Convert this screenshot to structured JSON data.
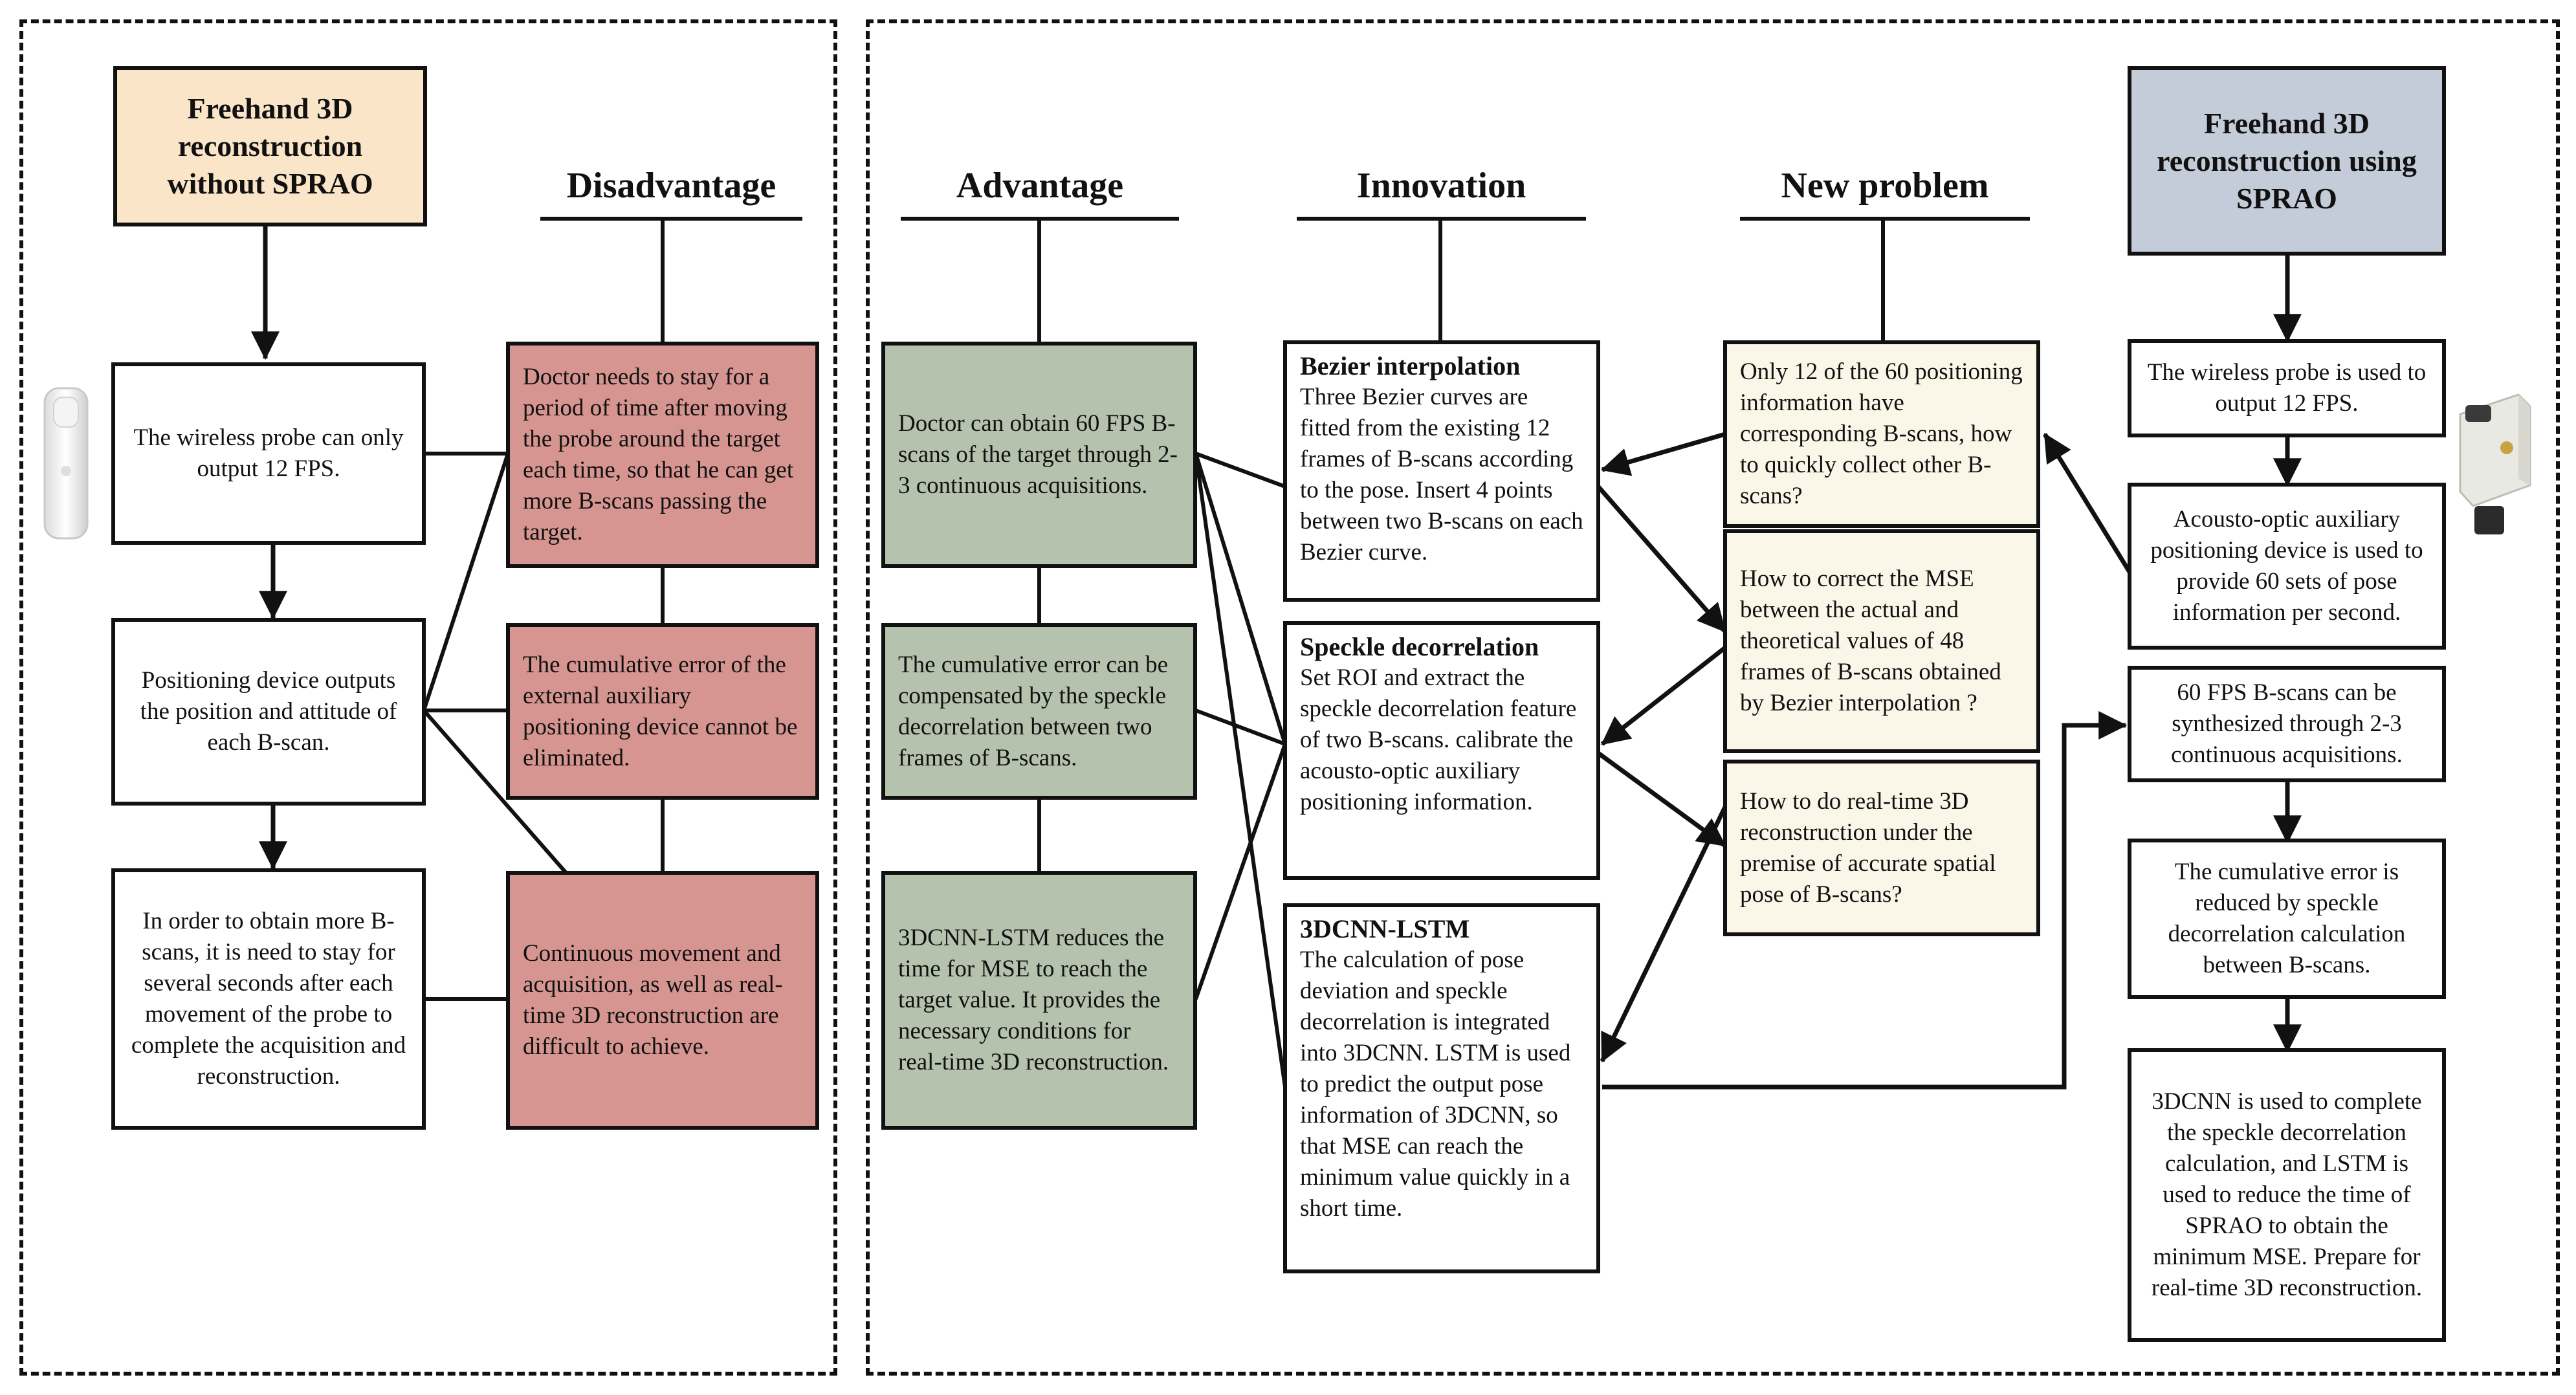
{
  "headers": {
    "disadvantage": "Disadvantage",
    "advantage": "Advantage",
    "innovation": "Innovation",
    "new_problem": "New problem"
  },
  "left_panel": {
    "title": "Freehand 3D reconstruction without SPRAO",
    "steps": [
      "The wireless probe can only output 12 FPS.",
      "Positioning device outputs the position and attitude of each B-scan.",
      "In order to obtain more B-scans, it is need to stay for several seconds after each movement of the probe to complete the acquisition and reconstruction."
    ],
    "disadvantages": [
      "Doctor needs to stay for a period of time after moving the probe around the target each time, so that he can get more B-scans passing the target.",
      "The cumulative error of the external auxiliary positioning device cannot be eliminated.",
      "Continuous movement and acquisition, as well as real-time 3D reconstruction are difficult to achieve."
    ]
  },
  "right_panel": {
    "title": "Freehand 3D reconstruction using SPRAO",
    "advantages": [
      "Doctor can obtain 60 FPS B-scans of the target through 2-3 continuous acquisitions.",
      "The cumulative error can be compensated by the speckle decorrelation between two frames of B-scans.",
      "3DCNN-LSTM reduces the time for MSE to reach the target value. It provides the necessary conditions for real-time 3D reconstruction."
    ],
    "innovations": [
      {
        "title": "Bezier interpolation",
        "text": "Three Bezier curves are fitted from the existing 12 frames of B-scans according to the pose. Insert 4 points between two B-scans on each Bezier curve."
      },
      {
        "title": "Speckle decorrelation",
        "text": "Set ROI and extract the speckle decorrelation feature of two B-scans. calibrate the acousto-optic auxiliary positioning information."
      },
      {
        "title": "3DCNN-LSTM",
        "text": "The calculation of pose deviation and speckle decorrelation is integrated into 3DCNN. LSTM is used to predict the output pose information of 3DCNN, so that MSE can reach the minimum value quickly in a short time."
      }
    ],
    "new_problems": [
      "Only 12 of the 60 positioning information have corresponding B-scans, how to quickly collect other B-scans?",
      "How to correct the MSE between the actual and theoretical values of 48 frames of B-scans obtained by Bezier interpolation ?",
      "How to do real-time 3D reconstruction under the premise of accurate spatial pose of B-scans?"
    ],
    "steps": [
      "The wireless probe is used to output 12 FPS.",
      "Acousto-optic auxiliary positioning device is used to provide 60 sets of pose information per second.",
      "60 FPS B-scans can be synthesized through 2-3 continuous acquisitions.",
      "The cumulative error  is reduced by speckle decorrelation calculation between B-scans.",
      "3DCNN is used to complete the speckle decorrelation calculation, and LSTM is used to reduce the time of SPRAO to obtain the minimum MSE. Prepare for real-time 3D reconstruction."
    ]
  },
  "colors": {
    "disadvantage_fill": "#d69590",
    "advantage_fill": "#b5c2ad",
    "new_problem_fill": "#fbf7e8",
    "left_title_fill": "#fbe5c8",
    "right_title_fill": "#c5ccd9",
    "line": "#111111"
  },
  "icons": [
    "wireless-probe-icon",
    "sprao-probe-icon"
  ]
}
